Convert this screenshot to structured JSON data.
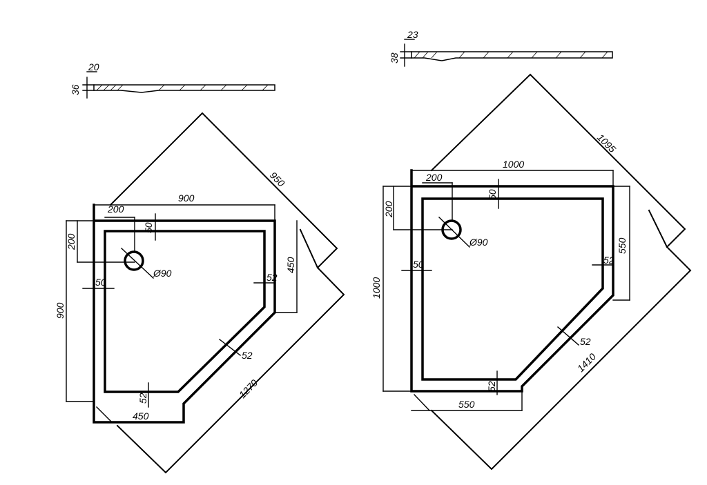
{
  "drawing_left": {
    "section_thickness": "36",
    "section_top": "20",
    "overall_width": "900",
    "overall_depth": "900",
    "diagonal_width": "950",
    "long_diagonal": "1270",
    "side_short": "450",
    "bottom_short": "450",
    "drain_offset_x": "200",
    "drain_offset_y": "200",
    "drain_diameter": "Ø90",
    "rim_top": "50",
    "rim_left": "50",
    "rim_right": "52",
    "rim_bottom": "52",
    "rim_diag": "52"
  },
  "drawing_right": {
    "section_thickness": "38",
    "section_top": "23",
    "overall_width": "1000",
    "overall_depth": "1000",
    "diagonal_width": "1095",
    "long_diagonal": "1410",
    "side_short": "550",
    "bottom_short": "550",
    "drain_offset_x": "200",
    "drain_offset_y": "200",
    "drain_diameter": "Ø90",
    "rim_top": "50",
    "rim_left": "50",
    "rim_right": "52",
    "rim_bottom": "52",
    "rim_diag": "52"
  }
}
